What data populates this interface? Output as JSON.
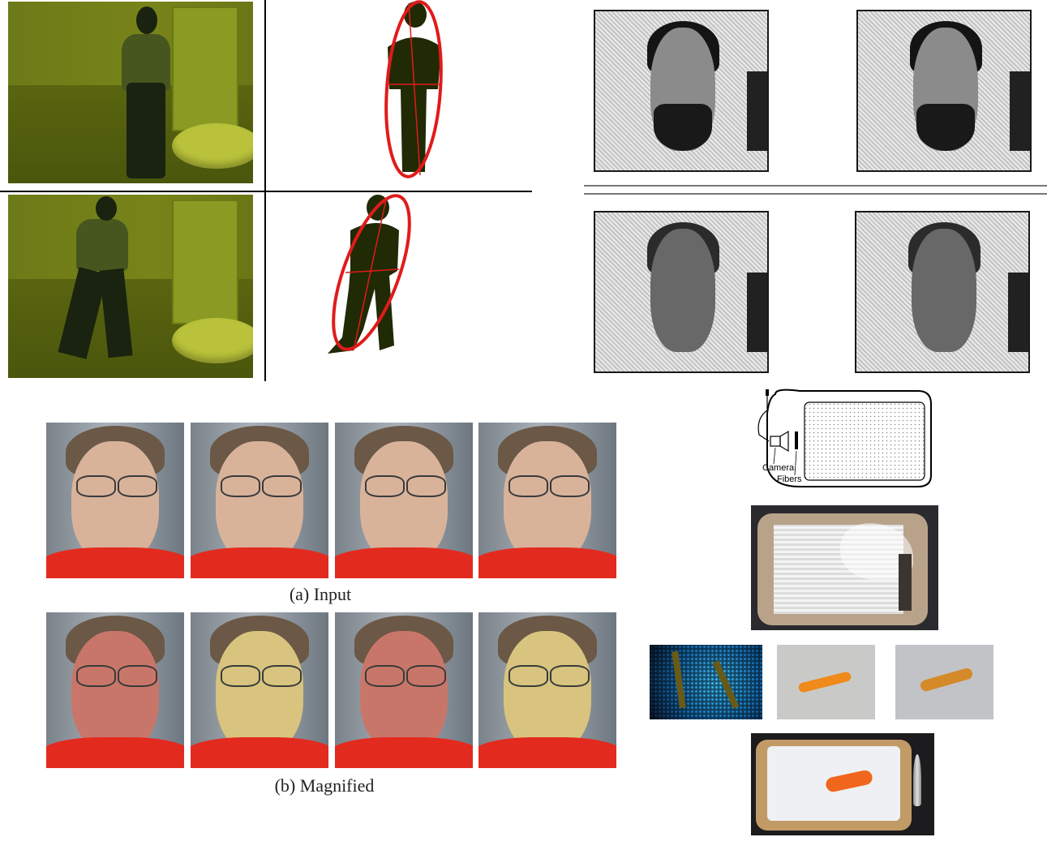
{
  "panels": {
    "tracking": {
      "rows": 2
    },
    "faces_bw": {
      "count": 4
    },
    "magnification": {
      "input_caption": "(a) Input",
      "magnified_caption": "(b) Magnified",
      "colors": {
        "shirt": "#e32a1f",
        "red_face": "#c9766a",
        "yellow_face": "#d8c47e"
      }
    },
    "sensor": {
      "camera_label": "Camera",
      "fibers_label": "Fibers"
    }
  }
}
